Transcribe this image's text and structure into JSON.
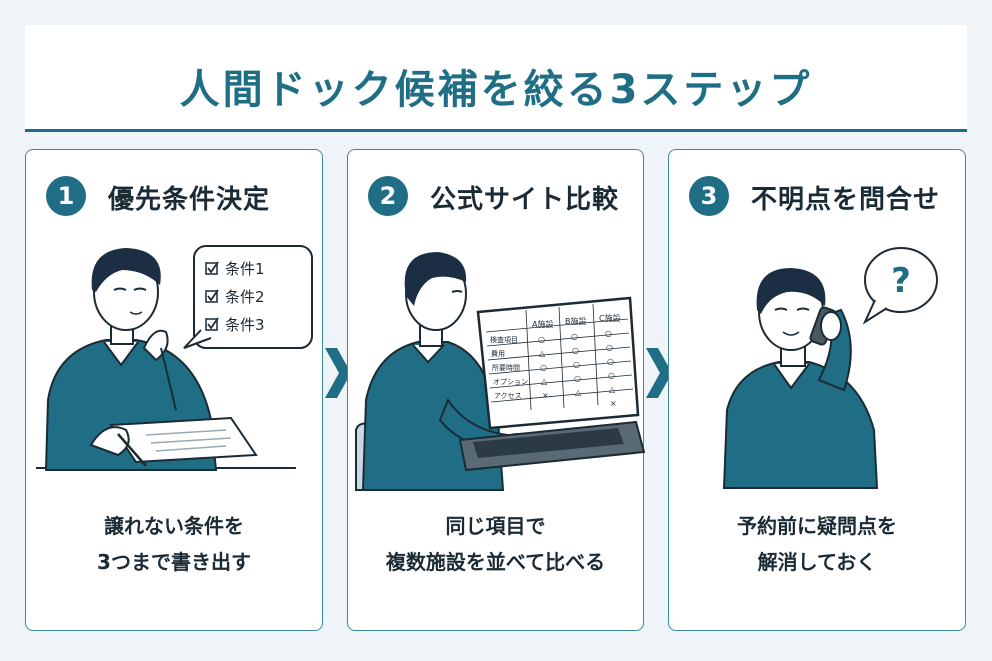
{
  "title": "人間ドック候補を絞る3ステップ",
  "colors": {
    "accent": "#1f6e86",
    "sweater": "#1f6e86",
    "hair": "#1b2e44",
    "bg": "#eef4f7"
  },
  "steps": [
    {
      "number": "1",
      "title": "優先条件決定",
      "caption_line1": "譲れない条件を",
      "caption_line2": "3つまで書き出す",
      "bubble_items": [
        "条件1",
        "条件2",
        "条件3"
      ]
    },
    {
      "number": "2",
      "title": "公式サイト比較",
      "caption_line1": "同じ項目で",
      "caption_line2": "複数施設を並べて比べる",
      "table": {
        "columns": [
          "A施設",
          "B施設",
          "C施設"
        ],
        "rows": [
          {
            "label": "検査項目",
            "marks": [
              "○",
              "○",
              "○"
            ]
          },
          {
            "label": "費用",
            "marks": [
              "△",
              "○",
              "○"
            ]
          },
          {
            "label": "所要時間",
            "marks": [
              "○",
              "○",
              "○"
            ]
          },
          {
            "label": "オプション",
            "marks": [
              "△",
              "○",
              "○"
            ]
          },
          {
            "label": "アクセス",
            "marks": [
              "×",
              "△",
              "△"
            ]
          },
          {
            "label": "",
            "marks": [
              "",
              "",
              "×"
            ]
          }
        ]
      }
    },
    {
      "number": "3",
      "title": "不明点を問合せ",
      "caption_line1": "予約前に疑問点を",
      "caption_line2": "解消しておく",
      "bubble_symbol": "?"
    }
  ],
  "icons": [
    "checkbox-icon",
    "right-arrow-icon",
    "question-bubble-icon",
    "laptop-icon",
    "phone-icon"
  ]
}
